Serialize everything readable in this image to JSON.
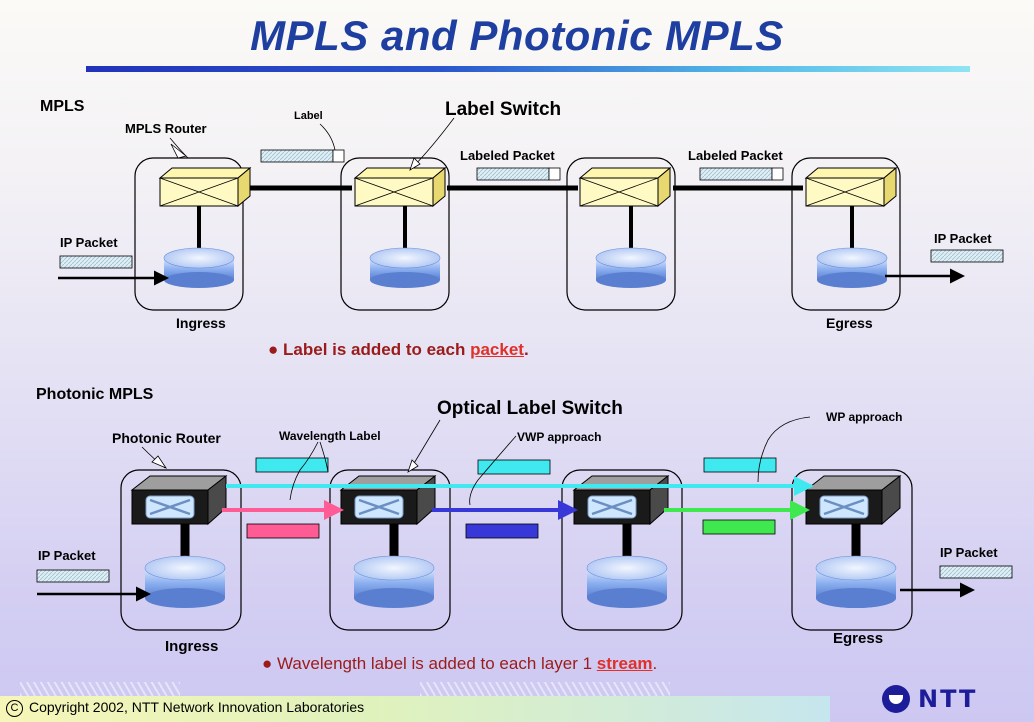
{
  "title": "MPLS and Photonic MPLS",
  "mpls": {
    "section": "MPLS",
    "router_label": "MPLS Router",
    "label_caption": "Label",
    "switch_title": "Label Switch",
    "labeled_packet_1": "Labeled Packet",
    "labeled_packet_2": "Labeled Packet",
    "ip_packet_in": "IP Packet",
    "ip_packet_out": "IP Packet",
    "ingress": "Ingress",
    "egress": "Egress",
    "note_prefix": "Label is added to each ",
    "note_keyword": "packet",
    "note_suffix": "."
  },
  "photonic": {
    "section": "Photonic MPLS",
    "router_label": "Photonic Router",
    "wavelength_label": "Wavelength Label",
    "switch_title": "Optical Label Switch",
    "vwp": "VWP  approach",
    "wp": "WP approach",
    "ip_packet_in": "IP Packet",
    "ip_packet_out": "IP Packet",
    "ingress": "Ingress",
    "egress": "Egress",
    "note_prefix": "Wavelength label is added to each layer 1 ",
    "note_keyword": "stream",
    "note_suffix": "."
  },
  "footer": {
    "symbol": "C",
    "copyright": "Copyright 2002, NTT Network Innovation Laboratories",
    "logo": "NTT"
  },
  "colors": {
    "title": "#1e3fa0",
    "keyword": "#e0302a",
    "cyan_wavelength": "#40e8f0",
    "pink_wavelength": "#ff5c96",
    "blue_wavelength": "#3838d8",
    "green_wavelength": "#40e850"
  }
}
